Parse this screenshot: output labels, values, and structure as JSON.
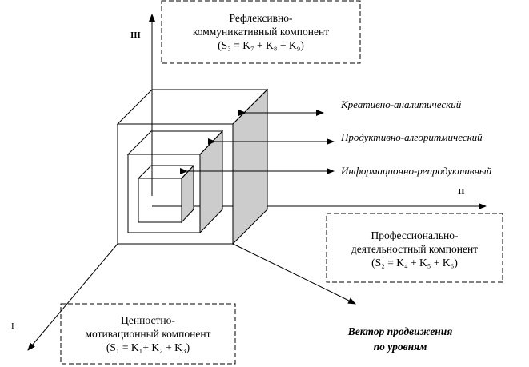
{
  "axes": {
    "axis3_label": "III",
    "axis2_label": "II",
    "axis1_label": "I"
  },
  "top_box": {
    "line1": "Рефлексивно-",
    "line2": "коммуникативный компонент",
    "formula": "(S₃ = K₇ + K₈ + K₉)"
  },
  "right_box": {
    "line1": "Профессионально-",
    "line2": "деятельностный компонент",
    "formula": "(S₂ = K₄ + K₅ + K₆)"
  },
  "bottom_box": {
    "line1": "Ценностно-",
    "line2": "мотивационный компонент",
    "formula": "(S₁ = K₁+ K₂ + K₃)"
  },
  "levels": {
    "creative": "Креативно-аналитический",
    "productive": "Продуктивно-алгоритмический",
    "informational": "Информационно-репродуктивный"
  },
  "vector": {
    "line1": "Вектор продвижения",
    "line2": "по уровням"
  },
  "colors": {
    "shade": "#cccccc",
    "line": "#000000"
  }
}
